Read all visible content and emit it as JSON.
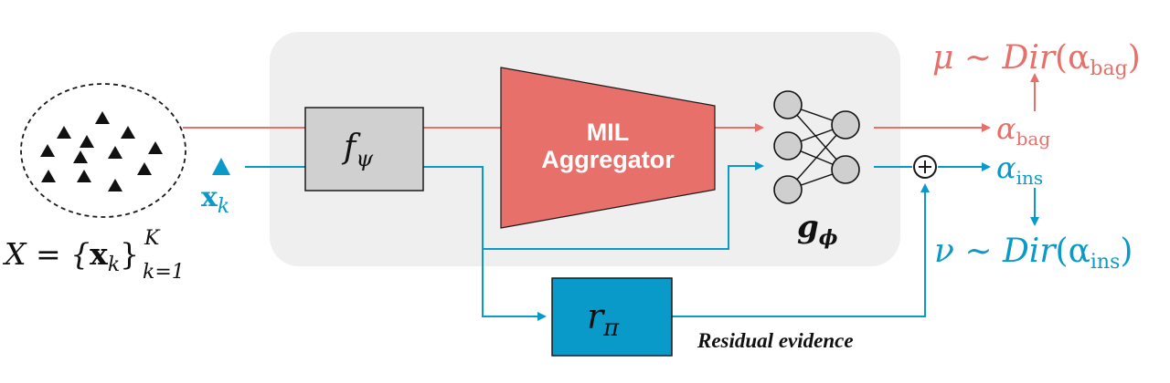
{
  "colors": {
    "red": "#E8706A",
    "blue": "#0A9AC9",
    "panel": "#EFEFEF",
    "encoder_fill": "#D0D0D0",
    "node_fill": "#CFCFCF",
    "dark": "#1A1A1A"
  },
  "bag": {
    "set_main": "X = {",
    "set_x": "x",
    "set_k": "k",
    "set_close": "}",
    "set_sup": "K",
    "set_sub": "k=1"
  },
  "instance": {
    "x": "x",
    "k": "k"
  },
  "encoder": {
    "f": "f",
    "psi": "ψ"
  },
  "aggregator": {
    "line1": "MIL",
    "line2": "Aggregator"
  },
  "mlp": {
    "g": "g",
    "phi": "ϕ"
  },
  "residual": {
    "r": "r",
    "pi": "π",
    "caption": "Residual evidence"
  },
  "outputs": {
    "bag_alpha": "α",
    "bag_sub": "bag",
    "ins_alpha": "α",
    "ins_sub": "ins",
    "mu_prefix": "μ ∼ ",
    "mu_dir": "Dir",
    "mu_open": "(α",
    "mu_sub": "bag",
    "mu_close": ")",
    "nu_prefix": "ν ∼ ",
    "nu_dir": "Dir",
    "nu_open": "(α",
    "nu_sub": "ins",
    "nu_close": ")"
  }
}
